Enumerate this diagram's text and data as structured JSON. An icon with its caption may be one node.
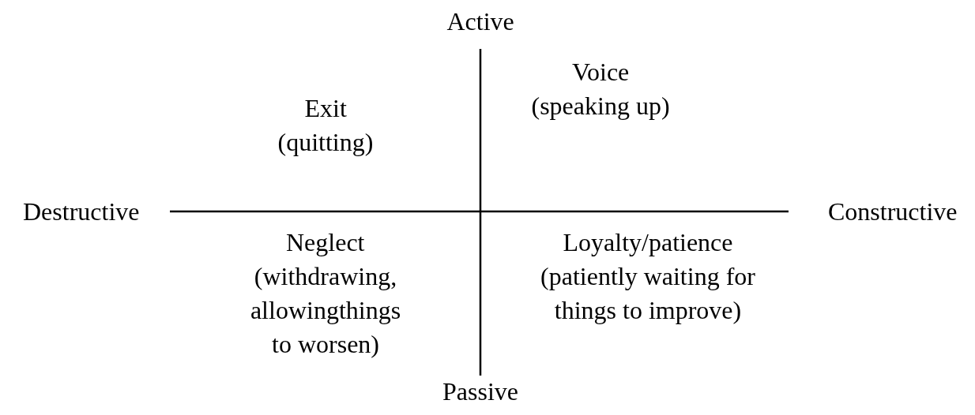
{
  "diagram": {
    "labels": [
      "Active",
      "Voice",
      "(speaking up)",
      "Exit",
      "(quitting)",
      "Destructive",
      "Constructive",
      "Neglect",
      "(withdrawing, allowingthings to worsen)",
      "Loyalty/patience",
      "(patiently waiting for things to improve)",
      "Passive"
    ]
  }
}
